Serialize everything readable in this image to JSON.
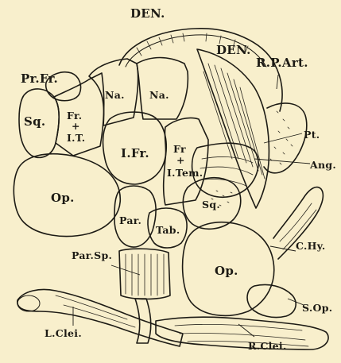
{
  "figure": {
    "background": "#f8efcc",
    "ink": "#1d1b15",
    "labels": {
      "den_top": "DEN.",
      "den_right": "DEN.",
      "pr_fr": "Pr.Fr.",
      "r_p_art": "R.P.Art.",
      "na_left": "Na.",
      "na_right": "Na.",
      "sq_left": "Sq.",
      "fr_it_1": "Fr.",
      "fr_it_2": "+",
      "fr_it_3": "I.T.",
      "i_fr": "I.Fr.",
      "fr_item_1": "Fr",
      "fr_item_2": "+",
      "fr_item_3": "I.Tem.",
      "pt": "Pt.",
      "ang": "Ang.",
      "op_left": "Op.",
      "sq_right": "Sq.",
      "par": "Par.",
      "tab": "Tab.",
      "c_hy": "C.Hy.",
      "par_sp": "Par.Sp.",
      "op_right": "Op.",
      "s_op": "S.Op.",
      "l_clei": "L.Clei.",
      "r_clei": "R.Clei."
    }
  }
}
